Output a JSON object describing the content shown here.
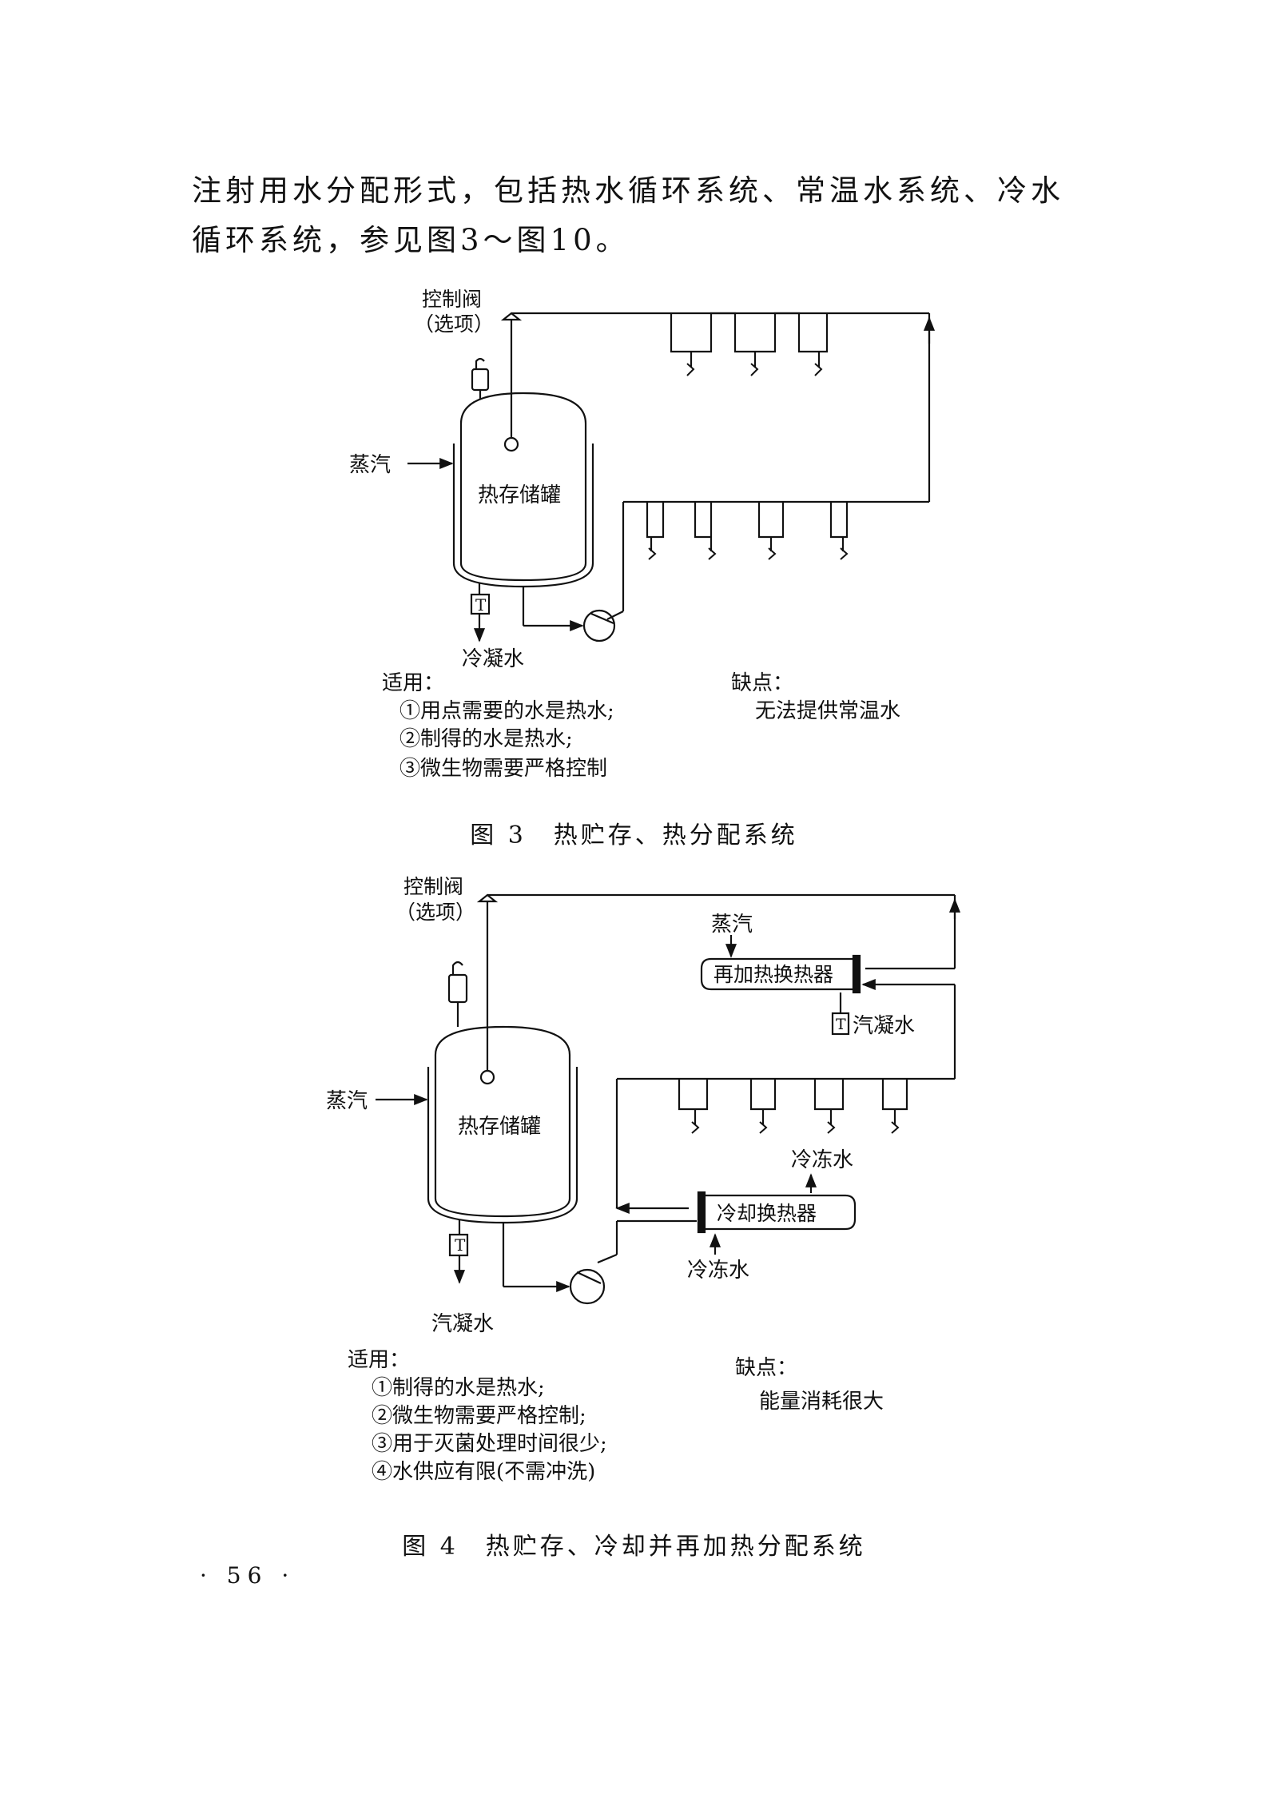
{
  "intro": "注射用水分配形式，包括热水循环系统、常温水系统、冷水循环系统，参见图3～图10。",
  "figure3": {
    "caption": "图 3　热贮存、热分配系统",
    "labels": {
      "control_valve": "控制阀",
      "optional": "（选项）",
      "steam": "蒸汽",
      "tank": "热存储罐",
      "condensate": "冷凝水",
      "trap": "T"
    },
    "applicable_title": "适用：",
    "applicable": [
      "①用点需要的水是热水;",
      "②制得的水是热水;",
      "③微生物需要严格控制"
    ],
    "drawback_title": "缺点：",
    "drawback": "无法提供常温水"
  },
  "figure4": {
    "caption": "图 4　热贮存、冷却并再加热分配系统",
    "labels": {
      "control_valve": "控制阀",
      "optional": "（选项）",
      "steam": "蒸汽",
      "tank": "热存储罐",
      "condensate": "汽凝水",
      "trap": "T",
      "reheat_steam": "蒸汽",
      "reheat_exchanger": "再加热换热器",
      "reheat_trap": "T",
      "reheat_condensate": "汽凝水",
      "chilled_water_out": "冷冻水",
      "cooling_exchanger": "冷却换热器",
      "chilled_water_in": "冷冻水"
    },
    "applicable_title": "适用：",
    "applicable": [
      "①制得的水是热水;",
      "②微生物需要严格控制;",
      "③用于灭菌处理时间很少;",
      "④水供应有限(不需冲洗)"
    ],
    "drawback_title": "缺点：",
    "drawback": "能量消耗很大"
  },
  "page_number": "· 56 ·"
}
